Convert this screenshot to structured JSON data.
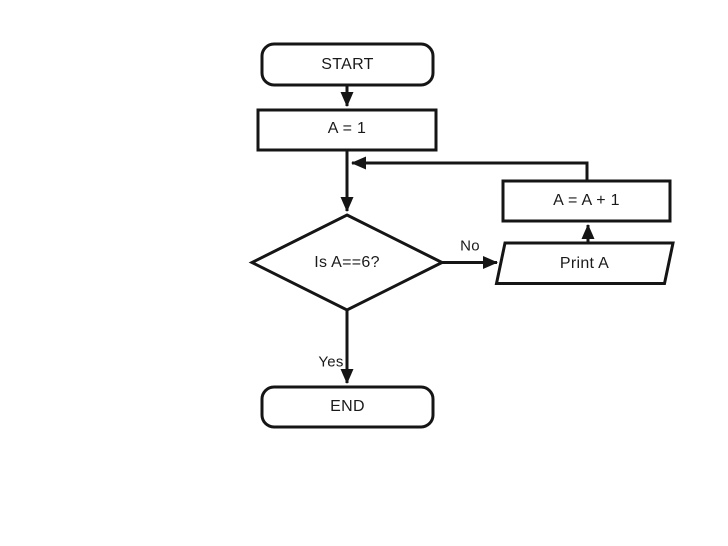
{
  "colors": {
    "background": "#ffffff",
    "line": "#151515",
    "text": "#1a1a1a"
  },
  "flowchart": {
    "nodes": [
      {
        "id": "start",
        "shape": "terminator",
        "label": "START"
      },
      {
        "id": "init",
        "shape": "process",
        "label": "A = 1"
      },
      {
        "id": "decision",
        "shape": "diamond",
        "label": "Is A==6?"
      },
      {
        "id": "print",
        "shape": "parallelogram",
        "label": "Print A"
      },
      {
        "id": "increment",
        "shape": "process",
        "label": "A = A + 1"
      },
      {
        "id": "end",
        "shape": "terminator",
        "label": "END"
      }
    ],
    "edges": [
      {
        "from": "start",
        "to": "init",
        "label": ""
      },
      {
        "from": "init",
        "to": "decision",
        "label": ""
      },
      {
        "from": "decision",
        "to": "print",
        "label": "No"
      },
      {
        "from": "print",
        "to": "increment",
        "label": ""
      },
      {
        "from": "increment",
        "to": "decision",
        "label": ""
      },
      {
        "from": "decision",
        "to": "end",
        "label": "Yes"
      }
    ]
  }
}
